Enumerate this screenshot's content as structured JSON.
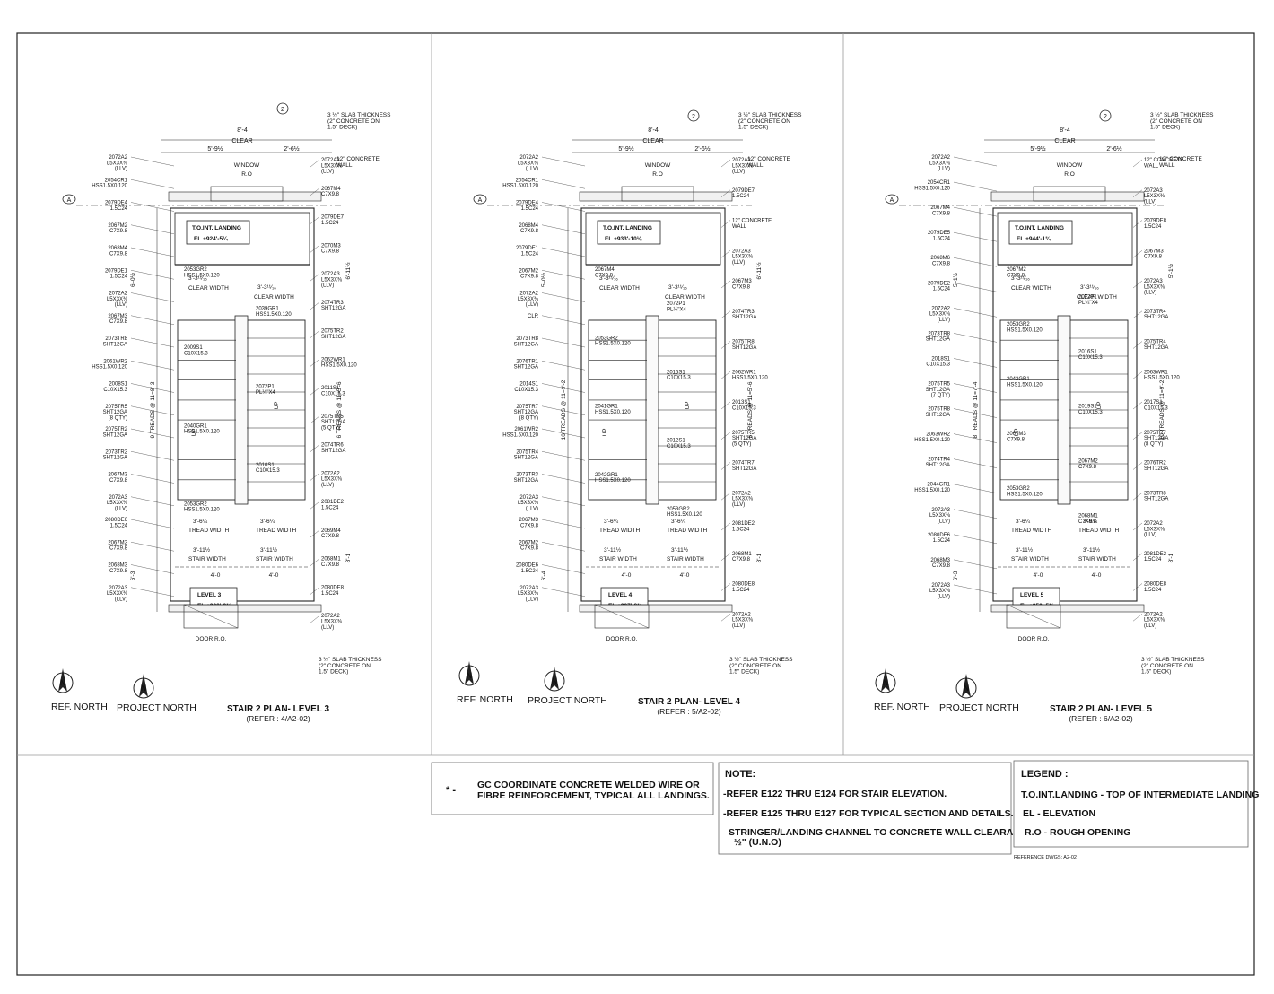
{
  "sheet": {
    "ref_dwgs": "REFERENCE DWGS: A2-02"
  },
  "plans": [
    {
      "title": "STAIR 2 PLAN- LEVEL 3",
      "refer": "(REFER : 4/A2-02)",
      "ref_north": "REF. NORTH",
      "project_north": "PROJECT NORTH",
      "grid_top": "2",
      "grid_left": "A",
      "overall_dim": "8'-4",
      "overall_clear": "CLEAR",
      "dim_left": "5'-9½",
      "dim_right": "2'-6½",
      "window": "WINDOW",
      "ro": "R.O",
      "slab_note": "3 ½\" SLAB THICKNESS (2\" CONCRETE ON 1.5\" DECK)",
      "wall_note": "12\" CONCRETE WALL",
      "landing_label": "T.O.INT. LANDING",
      "landing_el": "EL.+924'-5¼",
      "level_label": "LEVEL 3",
      "level_el": "EL.+928'-3¾",
      "treads_left": "9 TREADS @ 11=8'-3",
      "treads_right": "6 TREADS @ 11=5'-6",
      "clear_width": "CLEAR WIDTH",
      "clear_width_dim": "3'-3¹¹⁄₁₆",
      "tread_width": "TREAD WIDTH",
      "tread_width_dim": "3'-6¼",
      "stair_width": "STAIR WIDTH",
      "stair_width_dim": "3'-11½",
      "door": "DOOR R.O.",
      "up": "UP",
      "dim_4": "4'-0",
      "side_dims": [
        "6'-0½",
        "6'-3",
        "6'-11½",
        "8'-1"
      ],
      "labels_left": [
        "2072A2\nL5X3X⅜\n(LLV)",
        "2054CR1\nHSS1.5X0.120",
        "2079DE4\n1.5C24",
        "2067M2\nC7X9.8",
        "2068M4\nC7X9.8",
        "2079DE1\n1.5C24",
        "2072A2\nL5X3X⅜\n(LLV)",
        "2067M3\nC7X9.8",
        "2073TR8\nSHT12GA",
        "2061WR2\nHSS1.5X0.120",
        "2008S1\nC10X15.3",
        "2075TR5\nSHT12GA\n(8 QTY)",
        "2075TR2\nSHT12GA",
        "2073TR2\nSHT12GA",
        "2067M3\nC7X9.8",
        "2072A3\nL5X3X⅜\n(LLV)",
        "2080DE6\n1.5C24",
        "2067M2\nC7X9.8",
        "2068M3\nC7X9.8",
        "2072A3\nL5X3X⅜\n(LLV)"
      ],
      "labels_mid": [
        "2053GR2\nHSS1.5X0.120",
        "2039GR1\nHSS1.5X0.120",
        "2009S1\nC10X15.3",
        "2072P1\nPL¼\"X4",
        "2040GR1\nHSS1.5X0.120",
        "2010S1\nC10X15.3",
        "2053GR2\nHSS1.5X0.120"
      ],
      "labels_right": [
        "2072A3\nL5X3X⅜\n(LLV)",
        "2067M4\nC7X9.8",
        "2079DE7\n1.5C24",
        "2070M3\nC7X9.8",
        "2072A3\nL5X3X⅜\n(LLV)",
        "2074TR3\nSHT12GA",
        "2075TR2\nSHT12GA",
        "2062WR1\nHSS1.5X0.120",
        "2011S1\nC10X15.3",
        "2075TR5\nSHT12GA\n(5 QTY)",
        "2074TR6\nSHT12GA",
        "2072A2\nL5X3X⅜\n(LLV)",
        "2081DE2\n1.5C24",
        "2069M4\nC7X9.8",
        "2068M1\nC7X9.8",
        "2080DE8\n1.5C24",
        "2072A2\nL5X3X⅜\n(LLV)"
      ]
    },
    {
      "title": "STAIR 2 PLAN- LEVEL 4",
      "refer": "(REFER : 5/A2-02)",
      "ref_north": "REF. NORTH",
      "project_north": "PROJECT NORTH",
      "grid_top": "2",
      "grid_left": "A",
      "overall_dim": "8'-4",
      "overall_clear": "CLEAR",
      "dim_left": "5'-9½",
      "dim_right": "2'-6½",
      "window": "WINDOW",
      "ro": "R.O",
      "slab_note": "3 ½\" SLAB THICKNESS (2\" CONCRETE ON 1.5\" DECK)",
      "wall_note": "12\" CONCRETE WALL",
      "landing_label": "T.O.INT. LANDING",
      "landing_el": "EL.+933'-10⅛",
      "level_label": "LEVEL 4",
      "level_el": "EL.+937'-8¾",
      "treads_left": "10 TREADS @ 11=9'-2",
      "treads_right": "6 TREADS @ 11=5'-6",
      "clear_width": "CLEAR WIDTH",
      "clear_width_dim": "3'-3¹¹⁄₁₆",
      "tread_width": "TREAD WIDTH",
      "tread_width_dim": "3'-6¼",
      "stair_width": "STAIR WIDTH",
      "stair_width_dim": "3'-11½",
      "door": "DOOR R.O.",
      "up": "UP",
      "dim_4": "4'-0",
      "side_dims": [
        "5'-0½",
        "6'-4",
        "6'-11½",
        "8'-1"
      ],
      "labels_left": [
        "2072A2\nL5X3X⅜\n(LLV)",
        "2054CR1\nHSS1.5X0.120",
        "2079DE4\n1.5C24",
        "2068M4\nC7X9.8",
        "2079DE1\n1.5C24",
        "2067M2\nC7X9.8",
        "2072A2\nL5X3X⅜\n(LLV)",
        "CLR",
        "2073TR8\nSHT12GA",
        "2076TR1\nSHT12GA",
        "2014S1\nC10X15.3",
        "2075TR7\nSHT12GA\n(8 QTY)",
        "2061WR2\nHSS1.5X0.120",
        "2075TR4\nSHT12GA",
        "2073TR3\nSHT12GA",
        "2072A3\nL5X3X⅜\n(LLV)",
        "2067M3\nC7X9.8",
        "2067M2\nC7X9.8",
        "2080DE6\n1.5C24",
        "2072A3\nL5X3X⅜\n(LLV)"
      ],
      "labels_mid": [
        "2067M4\nC7X9.8",
        "2072P1\nPL¼\"X4",
        "2053GR2\nHSS1.5X0.120",
        "2015S1\nC10X15.3",
        "2041GR1\nHSS1.5X0.120",
        "2012S1\nC10X15.3",
        "2042GR1\nHSS1.5X0.120",
        "2053GR2\nHSS1.5X0.120"
      ],
      "labels_right": [
        "2072A3\nL5X3X⅜\n(LLV)",
        "2079DE7\n1.5C24",
        "12\" CONCRETE\nWALL",
        "2072A3\nL5X3X⅜\n(LLV)",
        "2067M3\nC7X9.8",
        "2074TR3\nSHT12GA",
        "2075TR8\nSHT12GA",
        "2062WR1\nHSS1.5X0.120",
        "2013S1\nC10X15.3",
        "2075TR5\nSHT12GA\n(5 QTY)",
        "2074TR7\nSHT12GA",
        "2072A2\nL5X3X⅜\n(LLV)",
        "2081DE2\n1.5C24",
        "2068M1\nC7X9.8",
        "2080DE8\n1.5C24",
        "2072A2\nL5X3X⅜\n(LLV)"
      ]
    },
    {
      "title": "STAIR 2 PLAN- LEVEL 5",
      "refer": "(REFER : 6/A2-02)",
      "ref_north": "REF. NORTH",
      "project_north": "PROJECT NORTH",
      "grid_top": "2",
      "grid_left": "A",
      "overall_dim": "8'-4",
      "overall_clear": "CLEAR",
      "dim_left": "5'-9½",
      "dim_right": "2'-6½",
      "window": "WINDOW",
      "ro": "R.O",
      "slab_note": "3 ½\" SLAB THICKNESS (2\" CONCRETE ON 1.5\" DECK)",
      "wall_note": "12\" CONCRETE WALL",
      "landing_label": "T.O.INT. LANDING",
      "landing_el": "EL.+944'-1¾",
      "level_label": "LEVEL 5",
      "level_el": "EL.+950'-5¾",
      "treads_left": "8 TREADS @ 11=7'-4",
      "treads_right": "10 TREADS @ 11=9'-2",
      "clear_width": "CLEAR WIDTH",
      "clear_width_dim": "3'-3¹¹⁄₁₆",
      "tread_width": "TREAD WIDTH",
      "tread_width_dim": "3'-6¼",
      "stair_width": "STAIR WIDTH",
      "stair_width_dim": "3'-11½",
      "door": "DOOR R.O.",
      "up": "UP",
      "dim_4": "4'-0",
      "side_dims": [
        "5'-1½",
        "6'-3",
        "5'-1½",
        "8'-1"
      ],
      "labels_left": [
        "2072A2\nL5X3X⅜\n(LLV)",
        "2054CR1\nHSS1.5X0.120",
        "2067M4\nC7X9.8",
        "2079DE5\n1.5C24",
        "2068M6\nC7X9.8",
        "2079DE2\n1.5C24",
        "2072A2\nL5X3X⅜\n(LLV)",
        "2073TR8\nSHT12GA",
        "2018S1\nC10X15.3",
        "2075TR5\nSHT12GA\n(7 QTY)",
        "2075TR8\nSHT12GA",
        "2063WR2\nHSS1.5X0.120",
        "2074TR4\nSHT12GA",
        "2044GR1\nHSS1.5X0.120",
        "2072A3\nL5X3X⅜\n(LLV)",
        "2080DE6\n1.5C24",
        "2068M3\nC7X9.8",
        "2072A3\nL5X3X⅜\n(LLV)"
      ],
      "labels_mid": [
        "2067M2\nC7X9.8",
        "2072P1\nPL¼\"X4",
        "2053GR2\nHSS1.5X0.120",
        "2016S1\nC10X15.3",
        "2043GR1\nHSS1.5X0.120",
        "2019S1\nC10X15.3",
        "2067M3\nC7X9.8",
        "2067M2\nC7X9.8",
        "2053GR2\nHSS1.5X0.120",
        "2068M1\nC7X9.8"
      ],
      "labels_right": [
        "12\" CONCRETE\nWALL",
        "2072A3\nL5X3X⅜\n(LLV)",
        "2079DE8\n1.5C24",
        "2067M3\nC7X9.8",
        "2072A3\nL5X3X⅜\n(LLV)",
        "2073TR4\nSHT12GA",
        "2075TR4\nSHT12GA",
        "2063WR1\nHSS1.5X0.120",
        "2017S1\nC10X15.3",
        "2075TR7\nSHT12GA\n(8 QTY)",
        "2076TR2\nSHT12GA",
        "2073TR8\nSHT12GA",
        "2072A2\nL5X3X⅜\n(LLV)",
        "2081DE2\n1.5C24",
        "2080DE8\n1.5C24",
        "2072A2\nL5X3X⅜\n(LLV)"
      ]
    }
  ],
  "gc_note": {
    "marker": "* -",
    "line1": "GC COORDINATE CONCRETE WELDED WIRE OR",
    "line2": "FIBRE REINFORCEMENT, TYPICAL ALL LANDINGS."
  },
  "note_box": {
    "title": "NOTE:",
    "lines": [
      "-REFER E122 THRU E124 FOR STAIR ELEVATION.",
      "-REFER E125 THRU E127 FOR TYPICAL SECTION AND DETAILS.",
      "STRINGER/LANDING CHANNEL TO CONCRETE WALL CLEARANCE",
      "½\" (U.N.O)"
    ]
  },
  "legend_box": {
    "title": "LEGEND :",
    "lines": [
      "T.O.INT.LANDING - TOP OF  INTERMEDIATE LANDING",
      "EL -  ELEVATION",
      "R.O - ROUGH OPENING"
    ]
  }
}
